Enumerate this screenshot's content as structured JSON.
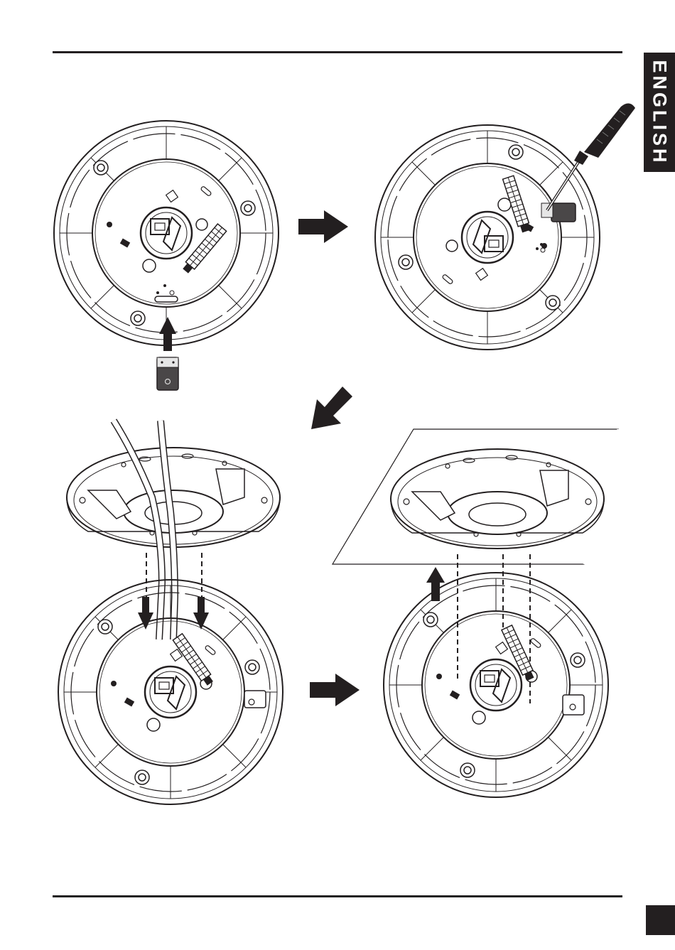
{
  "header": {
    "language_tab": "ENGLISH"
  },
  "figures": [
    {
      "id": "step-1",
      "description_icon": "mount-plate-insert"
    },
    {
      "id": "step-2",
      "description_icon": "screwdriver-fasten"
    },
    {
      "id": "step-3",
      "description_icon": "ceiling-mount-cable-align"
    },
    {
      "id": "step-4",
      "description_icon": "ceiling-mount-attach"
    }
  ],
  "colors": {
    "ink": "#231f20",
    "tab_bg": "#231f20",
    "tab_text": "#ffffff",
    "page_bg": "#ffffff"
  }
}
